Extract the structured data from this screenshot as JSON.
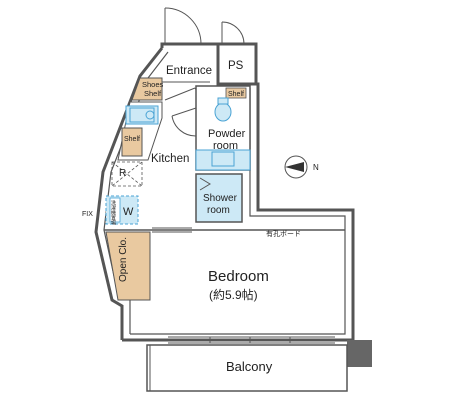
{
  "rooms": {
    "entrance": "Entrance",
    "ps": "PS",
    "shoes_shelf_line1": "Shoes",
    "shoes_shelf_line2": "Shelf",
    "kitchen": "Kitchen",
    "shelf_kitchen": "Shelf",
    "refrigerator_mark": "R",
    "washer_mark": "W",
    "washer_area_text": "洗濯機置場",
    "fix": "FIX",
    "open_closet": "Open Clo.",
    "powder_room_line1": "Powder",
    "powder_room_line2": "room",
    "shelf_powder": "Shelf",
    "shower_room_line1": "Shower",
    "shower_room_line2": "room",
    "bedroom": "Bedroom",
    "bedroom_size": "(約5.9帖)",
    "board_note": "有孔ボード",
    "balcony": "Balcony"
  },
  "compass": {
    "north_label": "N"
  },
  "colors": {
    "wall": "#555555",
    "wall_fill": "#ffffff",
    "storage": "#e9c9a0",
    "wet_area": "#cde9f6",
    "wet_line": "#4aa3d4"
  }
}
